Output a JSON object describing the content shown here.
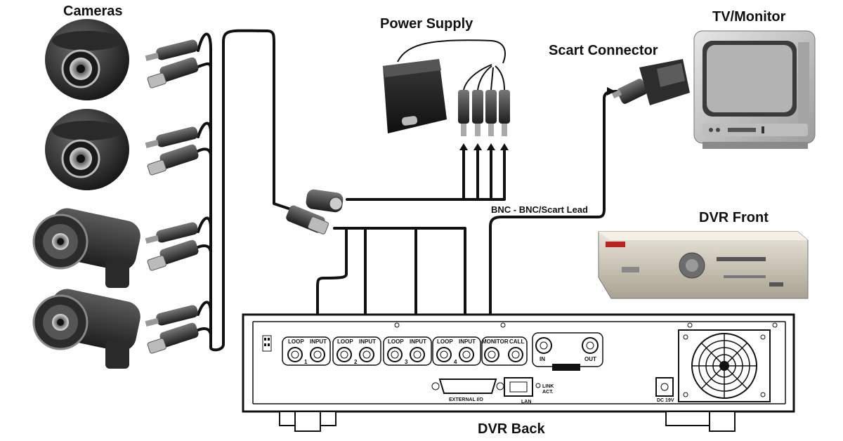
{
  "labels": {
    "cameras": "Cameras",
    "power_supply": "Power Supply",
    "tv_monitor": "TV/Monitor",
    "scart_connector": "Scart Connector",
    "bnc_scart_lead": "BNC - BNC/Scart Lead",
    "dvr_front": "DVR Front",
    "dvr_back": "DVR Back"
  },
  "dvr_back_ports": {
    "groups": [
      {
        "loop": "LOOP",
        "input": "INPUT",
        "number": "1"
      },
      {
        "loop": "LOOP",
        "input": "INPUT",
        "number": "2"
      },
      {
        "loop": "LOOP",
        "input": "INPUT",
        "number": "3"
      },
      {
        "loop": "LOOP",
        "input": "INPUT",
        "number": "4"
      }
    ],
    "monitor": "MONITOR",
    "call": "CALL",
    "in": "IN",
    "out": "OUT",
    "external_io": "EXTERNAL I/O",
    "lan": "LAN",
    "link": "LINK",
    "act": "ACT.",
    "dc": "DC 19V"
  },
  "colors": {
    "cable": "#111111",
    "camera_body": "#3a3a3a",
    "dvr_front_body": "#cfc8b8",
    "tv_body": "#c9c9c9"
  }
}
